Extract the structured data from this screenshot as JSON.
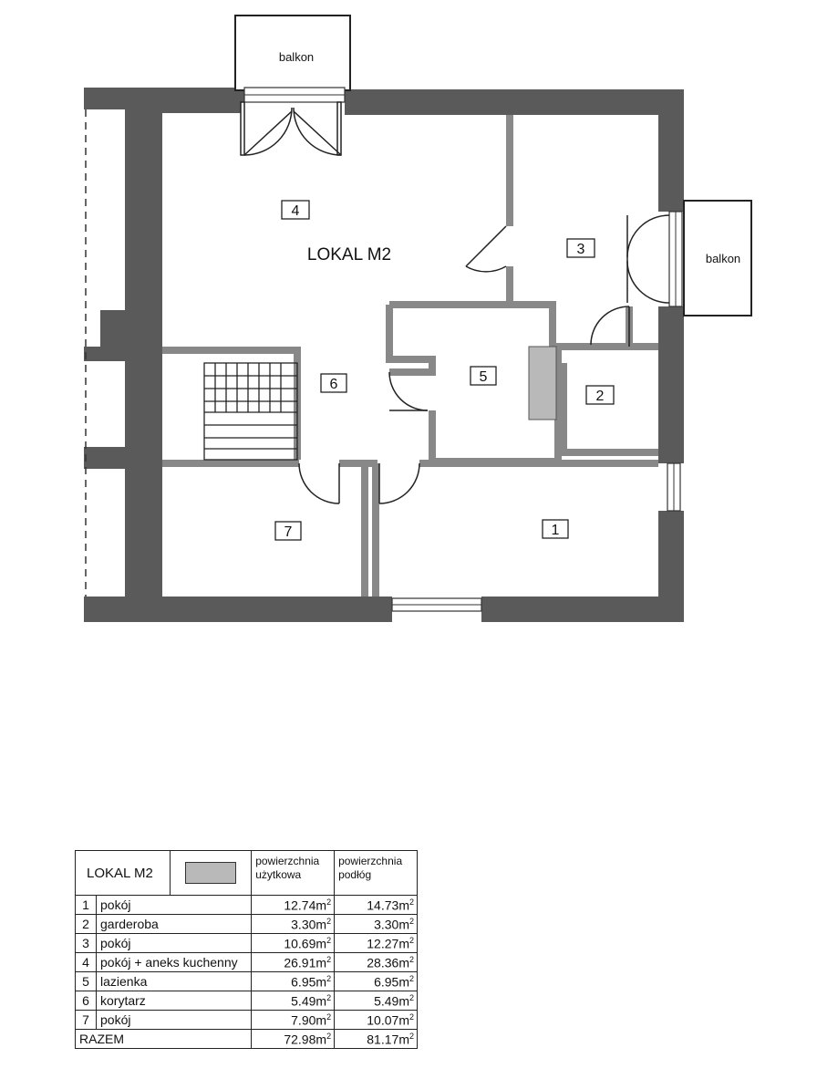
{
  "plan": {
    "title": "LOKAL M2",
    "balcony_top": "balkon",
    "balcony_right": "balkon",
    "room_numbers": [
      "1",
      "2",
      "3",
      "4",
      "5",
      "6",
      "7"
    ],
    "wall_color": "#5a5a5a",
    "highlight_color": "#b9b9b9"
  },
  "table": {
    "name": "LOKAL M2",
    "col_usable_1": "powierzchnia",
    "col_usable_2": "użytkowa",
    "col_floor_1": "powierzchnia",
    "col_floor_2": "podłóg",
    "unit": "m",
    "unit_exp": "2",
    "rows": [
      {
        "no": "1",
        "name": "pokój",
        "usable": "12.74",
        "floor": "14.73"
      },
      {
        "no": "2",
        "name": "garderoba",
        "usable": "3.30",
        "floor": "3.30"
      },
      {
        "no": "3",
        "name": "pokój",
        "usable": "10.69",
        "floor": "12.27"
      },
      {
        "no": "4",
        "name": "pokój + aneks kuchenny",
        "usable": "26.91",
        "floor": "28.36"
      },
      {
        "no": "5",
        "name": "lazienka",
        "usable": "6.95",
        "floor": "6.95"
      },
      {
        "no": "6",
        "name": "korytarz",
        "usable": "5.49",
        "floor": "5.49"
      },
      {
        "no": "7",
        "name": "pokój",
        "usable": "7.90",
        "floor": "10.07"
      }
    ],
    "total_label": "RAZEM",
    "total_usable": "72.98",
    "total_floor": "81.17"
  }
}
